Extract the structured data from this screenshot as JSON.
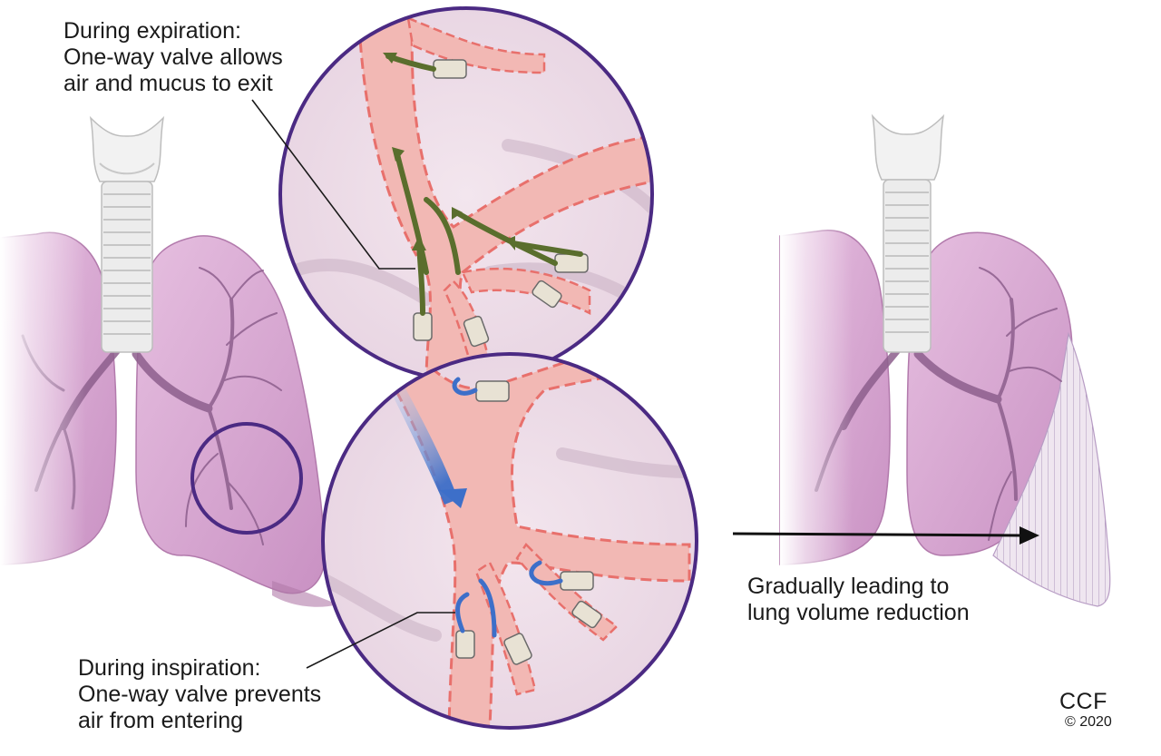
{
  "labels": {
    "expiration": [
      "During expiration:",
      "One-way valve allows",
      "air and mucus to exit"
    ],
    "inspiration": [
      "During inspiration:",
      "One-way valve prevents",
      "air from entering"
    ],
    "result": [
      "Gradually leading to",
      "lung volume reduction"
    ]
  },
  "credit": {
    "org": "CCF",
    "year": "© 2020"
  },
  "colors": {
    "lung": "#d9a6d2",
    "lung_dark": "#b985b3",
    "airway": "#f2b8b4",
    "airway_edge": "#e8706c",
    "circle_border": "#4b2a83",
    "circle_bg": "#efdfe9",
    "expiration_arrow": "#5a6e2d",
    "inspiration_arrow": "#3d6fc9",
    "trachea": "#e6e6e6",
    "reduced_area": "#e9ddec"
  },
  "icons": [
    "lung-illustration",
    "trachea-illustration",
    "one-way-valve-icon",
    "airflow-arrow-icon"
  ]
}
